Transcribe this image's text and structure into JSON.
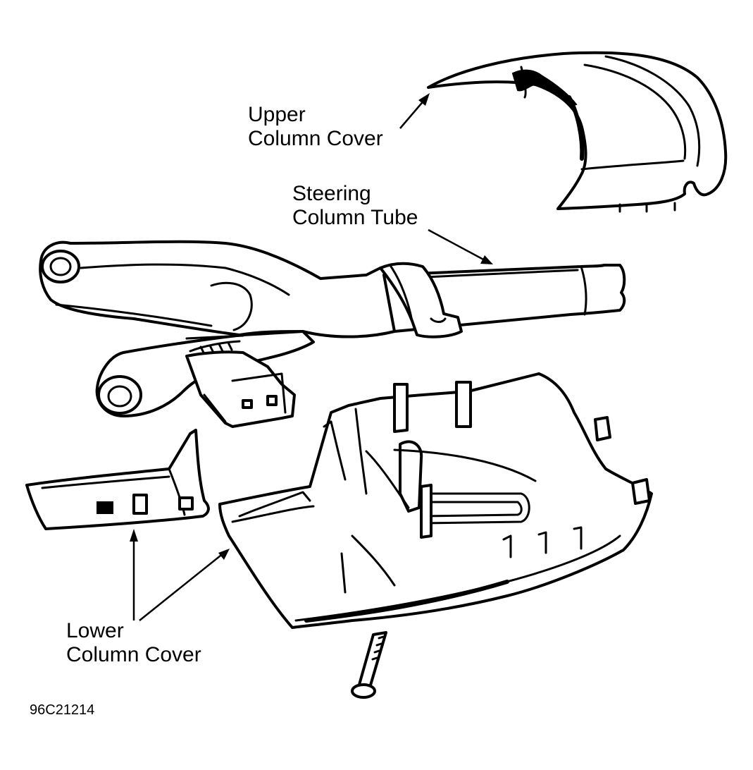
{
  "labels": {
    "upper_cover": {
      "line1": "Upper",
      "line2": "Column Cover"
    },
    "column_tube": {
      "line1": "Steering",
      "line2": "Column Tube"
    },
    "lower_cover": {
      "line1": "Lower",
      "line2": "Column Cover"
    }
  },
  "figure_code": "96C21214"
}
